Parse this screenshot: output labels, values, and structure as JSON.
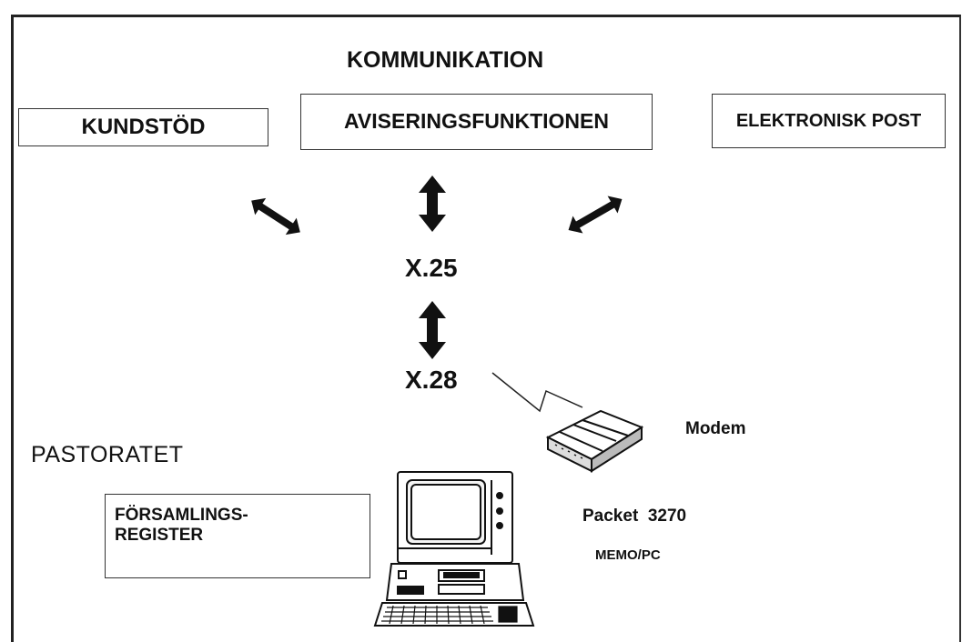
{
  "title": "KOMMUNIKATION",
  "boxes": {
    "kundstod": "KUNDSTÖD",
    "aviseringsfunktionen": "AVISERINGSFUNKTIONEN",
    "elektronisk_post": "ELEKTRONISK POST"
  },
  "nodes": {
    "x25": "X.25",
    "x28": "X.28"
  },
  "pastoratet": "PASTORATET",
  "forsamlingsregister": {
    "line1": "FÖRSAMLINGS-",
    "line2": "REGISTER"
  },
  "modem_label": "Modem",
  "packet_label": "Packet  3270",
  "memo_label": "MEMO/PC"
}
